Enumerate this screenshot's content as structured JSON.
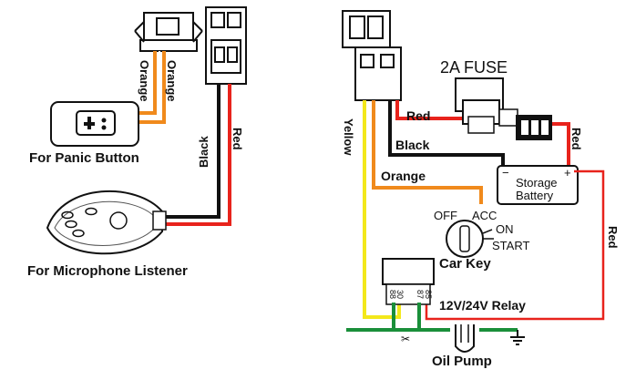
{
  "labels": {
    "panic": "For Panic Button",
    "mic": "For Microphone Listener",
    "fuse": "2A FUSE",
    "battery_line1": "Storage",
    "battery_line2": "Battery",
    "battery_minus": "−",
    "battery_plus": "+",
    "key_off": "OFF",
    "key_acc": "ACC",
    "key_on": "ON",
    "key_start": "START",
    "car_key": "Car Key",
    "relay": "12V/24V Relay",
    "oil_pump": "Oil Pump",
    "relay_pin_30": "30",
    "relay_pin_88": "88",
    "relay_pin_87": "87",
    "relay_pin_85": "85"
  },
  "wires": {
    "orange_1": "Orange",
    "orange_2": "Orange",
    "black_left": "Black",
    "red_left": "Red",
    "yellow": "Yellow",
    "red_top": "Red",
    "black_right": "Black",
    "orange_right": "Orange",
    "red_battery": "Red",
    "red_right": "Red"
  },
  "colors": {
    "red": "#e8231c",
    "black": "#111111",
    "orange": "#f08a1c",
    "yellow": "#f3e81a",
    "green": "#1a8f3a"
  }
}
